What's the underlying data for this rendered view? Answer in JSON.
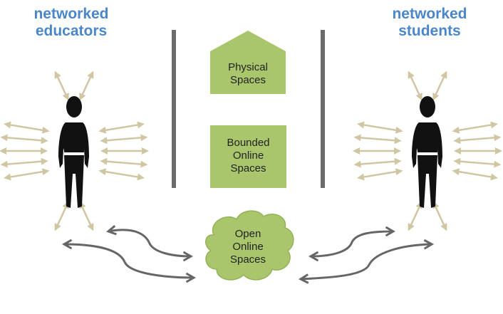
{
  "diagram": {
    "left_actor": {
      "title_line1": "networked",
      "title_line2": "educators",
      "figure": "person-icon"
    },
    "right_actor": {
      "title_line1": "networked",
      "title_line2": "students",
      "figure": "person-icon"
    },
    "spaces": {
      "physical": {
        "line1": "Physical",
        "line2": "Spaces",
        "shape": "house"
      },
      "bounded": {
        "line1": "Bounded",
        "line2": "Online",
        "line3": "Spaces",
        "shape": "rectangle"
      },
      "open": {
        "line1": "Open",
        "line2": "Online",
        "line3": "Spaces",
        "shape": "cloud"
      }
    },
    "colors": {
      "title": "#4a86c8",
      "space_fill": "#a9c66d",
      "divider": "#6b6b6b",
      "ray": "#cfc6a3",
      "connector": "#666666",
      "figure": "#111111"
    }
  }
}
